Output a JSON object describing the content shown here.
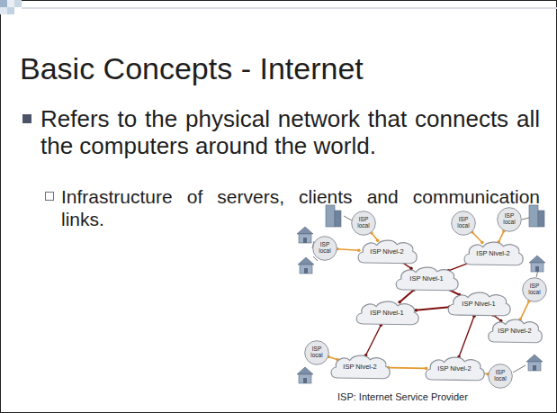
{
  "diagram": {
    "title": "Basic Concepts - Internet",
    "caption": "ISP: Internet Service Provider",
    "nodes": [
      {
        "text": [
          "ISP local"
        ]
      },
      {
        "text": [
          "ISP local"
        ]
      },
      {
        "text": [
          "ISP local"
        ]
      },
      {
        "text": [
          "ISP local"
        ]
      },
      {
        "text": [
          "ISP Nivel-2"
        ]
      },
      {
        "text": [
          "ISP Nivel-2"
        ]
      },
      {
        "text": [
          "ISP Nivel-1"
        ]
      },
      {
        "text": [
          "ISP Nivel-1"
        ]
      },
      {
        "text": [
          "ISP Nivel-1"
        ]
      },
      {
        "text": [
          "ISP local"
        ]
      },
      {
        "text": [
          "ISP Nivel-2"
        ]
      },
      {
        "text": [
          "ISP local"
        ]
      },
      {
        "text": [
          "ISP Nivel-2"
        ]
      },
      {
        "text": [
          "ISP Nivel-2"
        ]
      },
      {
        "text": [
          "ISP local"
        ]
      }
    ],
    "edges": [
      {
        "from": 6,
        "to": 7,
        "arrow": "none"
      },
      {
        "from": 6,
        "to": 8,
        "arrow": "none"
      },
      {
        "from": 7,
        "to": 8,
        "arrow": "none"
      },
      {
        "from": 6,
        "to": 4,
        "arrow": "none"
      },
      {
        "from": 6,
        "to": 5,
        "arrow": "none"
      },
      {
        "from": 7,
        "to": 12,
        "arrow": "none"
      },
      {
        "from": 8,
        "to": 13,
        "arrow": "none"
      },
      {
        "from": 8,
        "to": 10,
        "arrow": "none"
      },
      {
        "from": 4,
        "to": 0,
        "arrow": "none"
      },
      {
        "from": 4,
        "to": 3,
        "arrow": "none"
      },
      {
        "from": 5,
        "to": 1,
        "arrow": "none"
      },
      {
        "from": 5,
        "to": 2,
        "arrow": "none"
      },
      {
        "from": 10,
        "to": 9,
        "arrow": "none"
      },
      {
        "from": 12,
        "to": 11,
        "arrow": "none"
      },
      {
        "from": 13,
        "to": 14,
        "arrow": "none"
      },
      {
        "from": 12,
        "to": 13,
        "arrow": "none"
      }
    ],
    "labels": [
      "Refers to the physical network that connects all the computers around the world.",
      "Infrastructure of servers, clients and communication links."
    ]
  }
}
